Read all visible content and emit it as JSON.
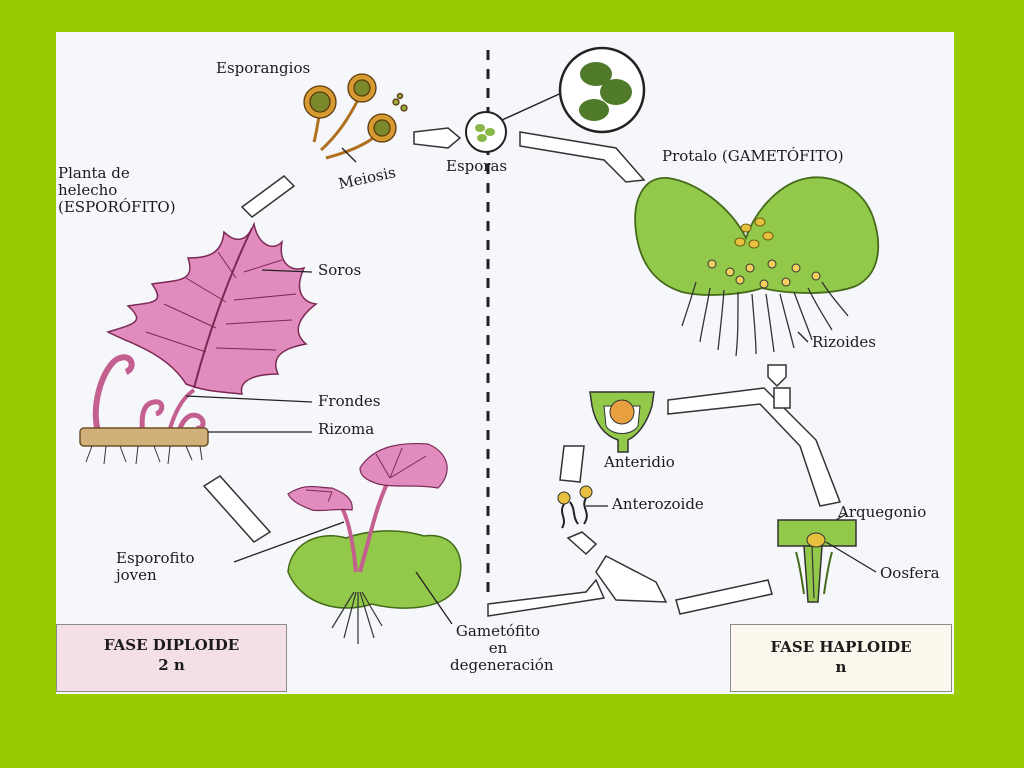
{
  "labels": {
    "esporangios": "Esporangios",
    "meiosis": "Meiosis",
    "esporas": "Esporas",
    "planta_line1": "Planta de",
    "planta_line2": "helecho",
    "planta_line3": "(ESPORÓFITO)",
    "soros": "Soros",
    "frondes": "Frondes",
    "rizoma": "Rizoma",
    "esporofito_line1": "Esporofito",
    "esporofito_line2": "joven",
    "gametofito_line1": "Gametófito",
    "gametofito_line2": "en",
    "gametofito_line3": "degeneración",
    "protalo": "Protalo (GAMETÓFITO)",
    "rizoides": "Rizoides",
    "anteridio": "Anteridio",
    "anterozoide": "Anterozoide",
    "arquegonio": "Arquegonio",
    "oosfera": "Oosfera"
  },
  "phases": {
    "diploid_title": "FASE DIPLOIDE",
    "diploid_ploidy": "2 n",
    "haploid_title": "FASE HAPLOIDE",
    "haploid_ploidy": "n"
  },
  "colors": {
    "page_background": "#99cc00",
    "sporophyte_pink": "#e28bbf",
    "gametophyte_green": "#93c94a",
    "rhizome_tan": "#d2b07a",
    "spore_orange": "#e8a040"
  }
}
